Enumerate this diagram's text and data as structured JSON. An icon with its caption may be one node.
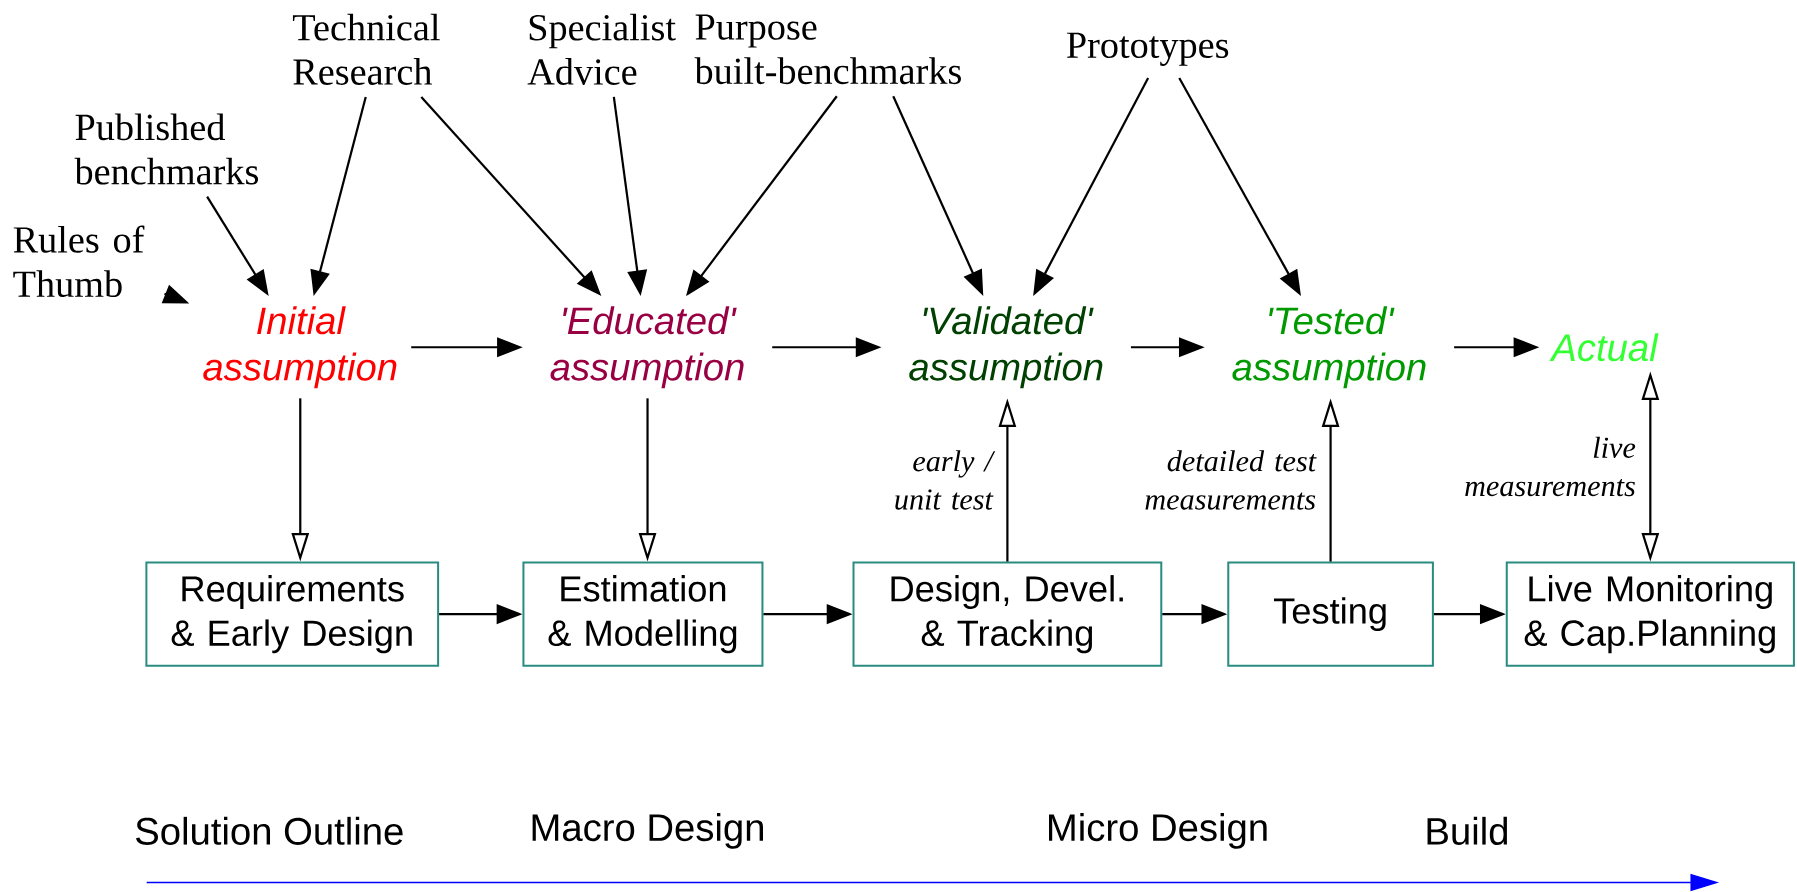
{
  "diagram": {
    "nodes": [
      {
        "text": [
          "Rules of Thumb"
        ]
      },
      {
        "text": [
          "Published benchmarks"
        ]
      },
      {
        "text": [
          "Technical Research"
        ]
      },
      {
        "text": [
          "Specialist Advice"
        ]
      },
      {
        "text": [
          "Purpose built-benchmarks"
        ]
      },
      {
        "text": [
          "Prototypes"
        ]
      },
      {
        "text": [
          "Initial assumption"
        ]
      },
      {
        "text": [
          "'Educated' assumption"
        ]
      },
      {
        "text": [
          "'Validated' assumption"
        ]
      },
      {
        "text": [
          "'Tested' assumption"
        ]
      },
      {
        "text": [
          "Actual"
        ]
      },
      {
        "text": [
          "Requirements & Early Design"
        ]
      },
      {
        "text": [
          "Estimation & Modelling"
        ]
      },
      {
        "text": [
          "Design, Devel. & Tracking"
        ]
      },
      {
        "text": [
          "Testing"
        ]
      },
      {
        "text": [
          "Live Monitoring & Cap.Planning"
        ]
      }
    ],
    "edges": [
      {
        "from": 0,
        "to": 6,
        "arrow": "to"
      },
      {
        "from": 1,
        "to": 6,
        "arrow": "to"
      },
      {
        "from": 2,
        "to": 6,
        "arrow": "to"
      },
      {
        "from": 2,
        "to": 7,
        "arrow": "to"
      },
      {
        "from": 3,
        "to": 7,
        "arrow": "to"
      },
      {
        "from": 4,
        "to": 7,
        "arrow": "to"
      },
      {
        "from": 4,
        "to": 8,
        "arrow": "to"
      },
      {
        "from": 5,
        "to": 8,
        "arrow": "to"
      },
      {
        "from": 5,
        "to": 9,
        "arrow": "to"
      },
      {
        "from": 6,
        "to": 7,
        "arrow": "to"
      },
      {
        "from": 7,
        "to": 8,
        "arrow": "to"
      },
      {
        "from": 8,
        "to": 9,
        "arrow": "to"
      },
      {
        "from": 9,
        "to": 10,
        "arrow": "to"
      },
      {
        "from": 6,
        "to": 11,
        "arrow": "to"
      },
      {
        "from": 7,
        "to": 12,
        "arrow": "to"
      },
      {
        "from": 13,
        "to": 8,
        "arrow": "to",
        "label": "early / unit test"
      },
      {
        "from": 14,
        "to": 9,
        "arrow": "to",
        "label": "detailed test measurements"
      },
      {
        "from": 15,
        "to": 10,
        "arrow": "both",
        "label": "live measurements"
      },
      {
        "from": 11,
        "to": 12,
        "arrow": "to"
      },
      {
        "from": 12,
        "to": 13,
        "arrow": "to"
      },
      {
        "from": 13,
        "to": 14,
        "arrow": "to"
      },
      {
        "from": 14,
        "to": 15,
        "arrow": "to"
      }
    ],
    "labels": [
      "Solution Outline",
      "Macro Design",
      "Micro Design",
      "Build"
    ]
  }
}
